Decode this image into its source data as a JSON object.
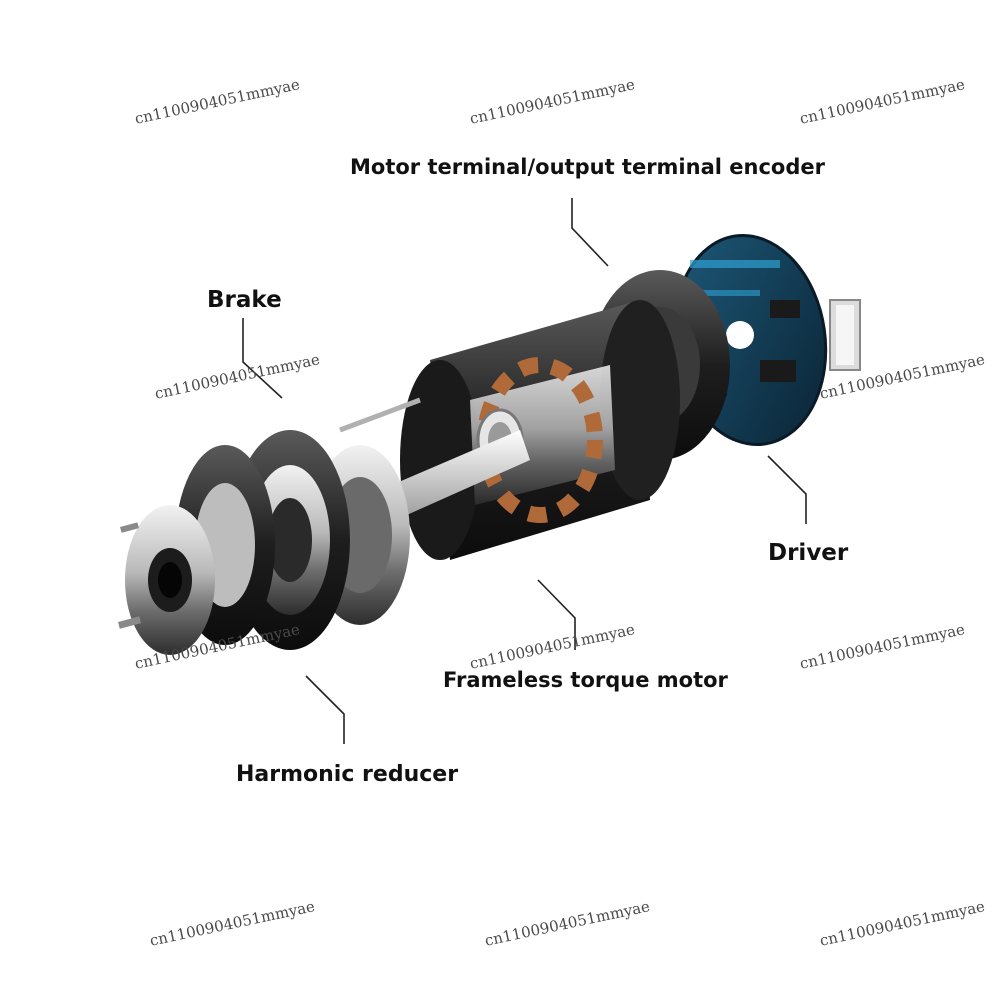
{
  "labels": {
    "encoder": "Motor terminal/output terminal encoder",
    "brake": "Brake",
    "driver": "Driver",
    "motor": "Frameless torque motor",
    "reducer": "Harmonic reducer"
  },
  "watermark": {
    "text": "cn1100904051mmyae"
  },
  "colors": {
    "label": "#111111",
    "leader": "#222222",
    "pcb": "#10324a",
    "copper": "#b06a3a",
    "metal": "#c8c8c8",
    "dark_metal": "#2a2a2a"
  }
}
